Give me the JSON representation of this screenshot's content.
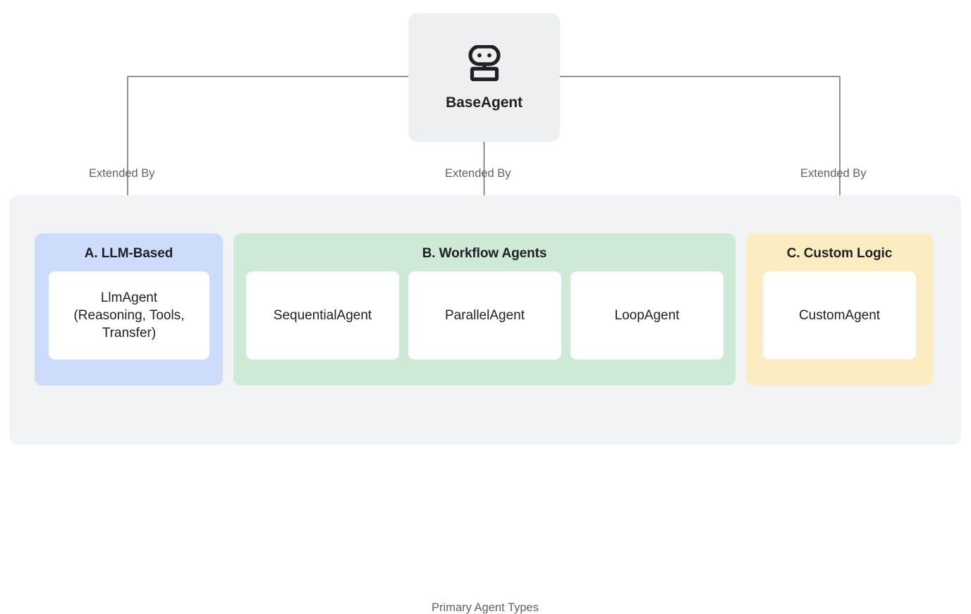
{
  "root": {
    "icon": "robot-icon",
    "label": "BaseAgent"
  },
  "edges": [
    {
      "label": "Extended By",
      "from": "BaseAgent",
      "to": "A. LLM-Based"
    },
    {
      "label": "Extended By",
      "from": "BaseAgent",
      "to": "B. Workflow Agents"
    },
    {
      "label": "Extended By",
      "from": "BaseAgent",
      "to": "C. Custom Logic"
    }
  ],
  "group": {
    "caption": "Primary Agent Types",
    "background_color": "#f1f3f4"
  },
  "categories": [
    {
      "id": "llm-based",
      "title": "A. LLM-Based",
      "color": "#ccdcfa",
      "items": [
        {
          "label": "LlmAgent\n(Reasoning, Tools,\nTransfer)"
        }
      ]
    },
    {
      "id": "workflow-agents",
      "title": "B. Workflow Agents",
      "color": "#cee9d6",
      "items": [
        {
          "label": "SequentialAgent"
        },
        {
          "label": "ParallelAgent"
        },
        {
          "label": "LoopAgent"
        }
      ]
    },
    {
      "id": "custom-logic",
      "title": "C. Custom Logic",
      "color": "#fcecc2",
      "items": [
        {
          "label": "CustomAgent"
        }
      ]
    }
  ],
  "colors": {
    "canvas": "#ffffff",
    "node_fill": "#eeeff0",
    "leaf_fill": "#ffffff",
    "connector": "#5f6368",
    "text_primary": "#202124",
    "text_secondary": "#5f6368"
  }
}
